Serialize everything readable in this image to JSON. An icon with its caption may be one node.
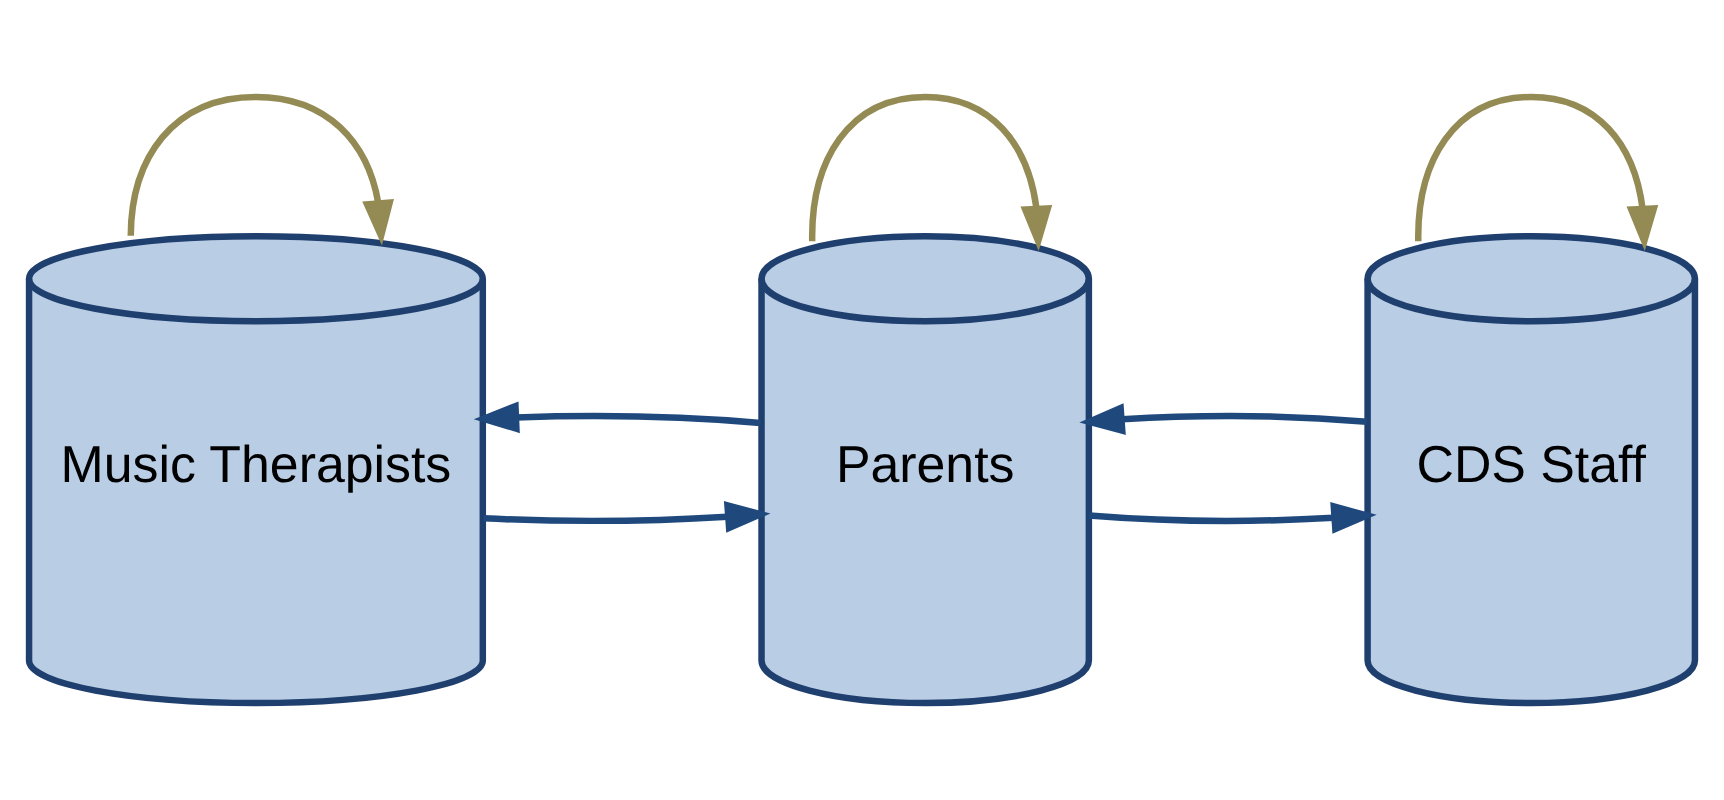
{
  "diagram": {
    "nodes": [
      {
        "text": [
          "Music Therapists"
        ]
      },
      {
        "text": [
          "Parents"
        ]
      },
      {
        "text": [
          "CDS Staff"
        ]
      }
    ],
    "edges": [
      {
        "from": 0,
        "to": 1,
        "arrow": "to"
      },
      {
        "from": 1,
        "to": 2,
        "arrow": "to"
      },
      {
        "from": 2,
        "to": 1,
        "arrow": "to"
      },
      {
        "from": 1,
        "to": 0,
        "arrow": "to"
      },
      {
        "from": 0,
        "to": 0,
        "arrow": "to",
        "color": "#948a54"
      },
      {
        "from": 1,
        "to": 1,
        "arrow": "to",
        "color": "#948a54"
      },
      {
        "from": 2,
        "to": 2,
        "arrow": "to",
        "color": "#948a54"
      }
    ]
  }
}
